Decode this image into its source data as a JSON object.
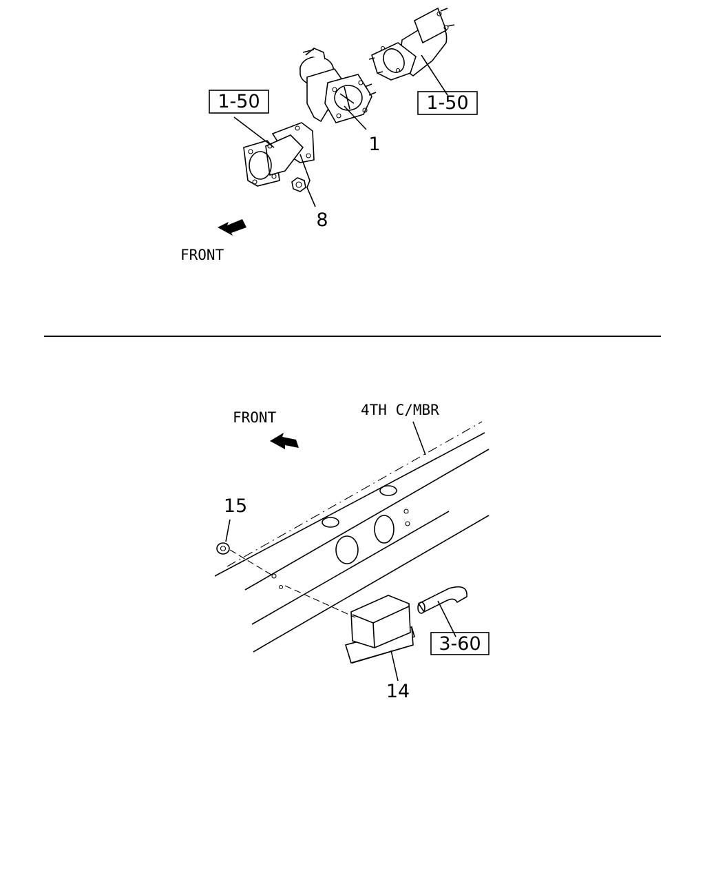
{
  "upper": {
    "front_label": "FRONT",
    "ref_left": "1-50",
    "ref_right": "1-50",
    "callout_1": "1",
    "callout_8": "8"
  },
  "lower": {
    "front_label": "FRONT",
    "member_label": "4TH C/MBR",
    "ref_hose": "3-60",
    "callout_15": "15",
    "callout_14": "14"
  }
}
